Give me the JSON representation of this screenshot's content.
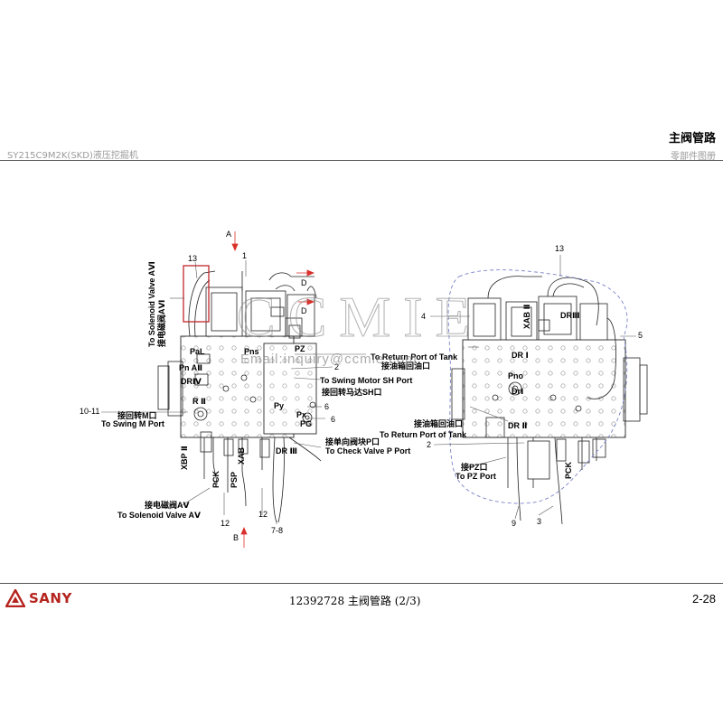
{
  "header": {
    "title": "主阀管路",
    "model": "SY215C9M2K(SKD)液压挖掘机",
    "subtitle": "零部件图册"
  },
  "footer": {
    "brand": "SANY",
    "doc": "12392728 主阀管路 (2/3)",
    "page": "2-28"
  },
  "watermark": {
    "main": "CCMIE",
    "email": "Email:inquiry@ccmie.com"
  },
  "callouts": {
    "a": "A",
    "b": "B",
    "d1": "D",
    "d2": "D",
    "n13_left": "13",
    "n1": "1",
    "n2_left": "2",
    "n6a": "6",
    "n6b": "6",
    "n10_11": "10-11",
    "n12a": "12",
    "n12b": "12",
    "n7_8": "7-8",
    "n13_right": "13",
    "n4": "4",
    "n5": "5",
    "n2_right": "2",
    "n9": "9",
    "n3": "3"
  },
  "ports": {
    "pal": "PaL",
    "pns": "Pns",
    "pz": "PZ",
    "pnaii": "Pn AⅡ",
    "drv": "DRⅣ",
    "rii": "R Ⅱ",
    "py": "Py",
    "px": "Px",
    "pg": "PG",
    "xbp": "XBP Ⅱ",
    "pck_l": "PCK",
    "psp": "PSP",
    "xab_l": "XAB",
    "driii_l": "DR Ⅲ",
    "xab_r": "XAB Ⅱ",
    "dri": "DR Ⅰ",
    "driii_top": "DRⅢ",
    "pno": "Pno",
    "dri_r": "DrⅠ",
    "drii": "DR Ⅱ",
    "pck_r": "PCK"
  },
  "notes": {
    "sol_vi_en": "To Solenoid Valve AⅥ",
    "sol_vi_cn": "接电磁阀AⅥ",
    "return_en": "To Return Port of Tank",
    "return_cn": "接油箱回油口",
    "swing_motor_en": "To Swing Motor SH Port",
    "swing_motor_cn": "接回转马达SH口",
    "swing_m_cn": "接回转M口",
    "swing_m_en": "To Swing M Port",
    "check_cn": "接单向阀块P口",
    "check_en": "To Check Valve P Port",
    "sol_v_cn": "接电磁阀AⅤ",
    "sol_v_en": "To Solenoid Valve AⅤ",
    "return2_cn": "接油箱回油口",
    "return2_en": "To Return Port of Tank",
    "pz_cn": "接PZ口",
    "pz_en": "To PZ Port"
  },
  "colors": {
    "brand_red": "#b5241e",
    "highlight_box": "#c0262b",
    "leader_red": "#d9302c",
    "dash_blue": "#7b84c8"
  }
}
